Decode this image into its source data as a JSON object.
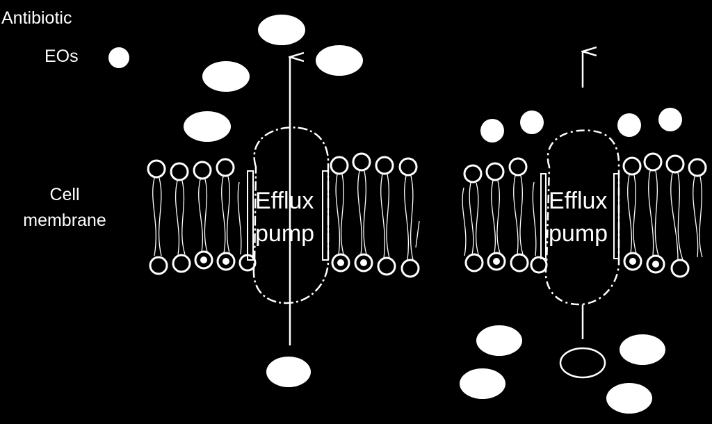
{
  "legend": {
    "antibiotic_label": "Antibiotic",
    "eos_label": "EOs"
  },
  "membrane": {
    "label_line1": "Cell",
    "label_line2": "membrane"
  },
  "pumps": [
    {
      "label_line1": "Efflux",
      "label_line2": "pump"
    },
    {
      "label_line1": "Efflux",
      "label_line2": "pump"
    }
  ],
  "colors": {
    "background": "#000000",
    "foreground": "#ffffff"
  }
}
